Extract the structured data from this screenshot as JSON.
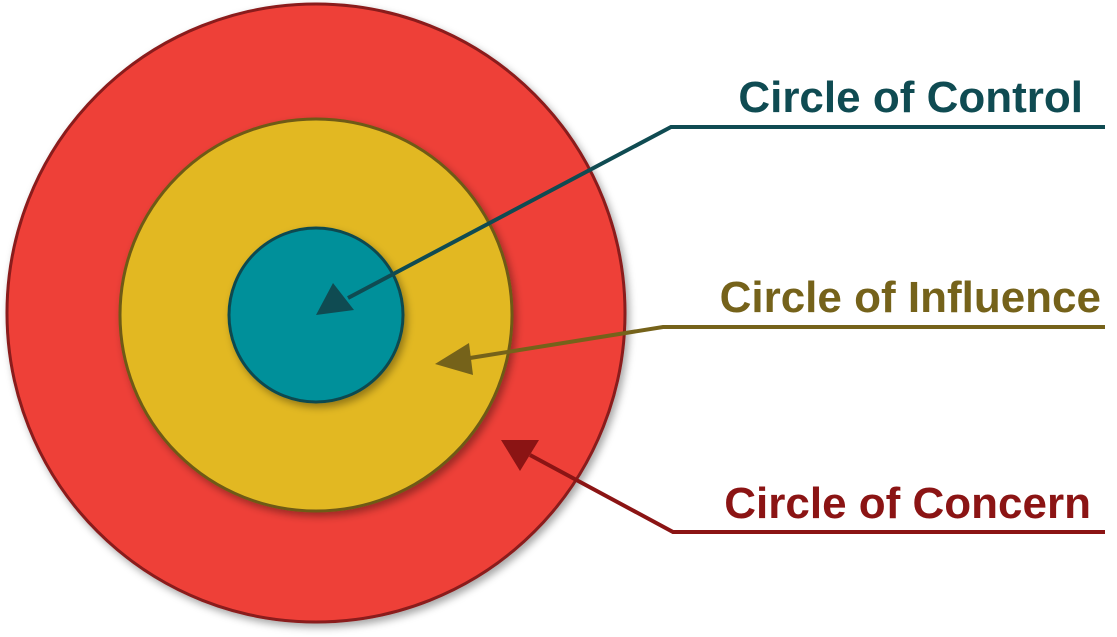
{
  "diagram": {
    "circles": [
      {
        "id": "concern",
        "label": "Circle of Concern",
        "fill": "#ee4038",
        "stroke": "#8a1a1a",
        "text_color": "#8b1414"
      },
      {
        "id": "influence",
        "label": "Circle of Influence",
        "fill": "#e2b824",
        "stroke": "#6e5a14",
        "text_color": "#75621a"
      },
      {
        "id": "control",
        "label": "Circle of Control",
        "fill": "#00909a",
        "stroke": "#0f4a50",
        "text_color": "#0f4b52"
      }
    ]
  }
}
